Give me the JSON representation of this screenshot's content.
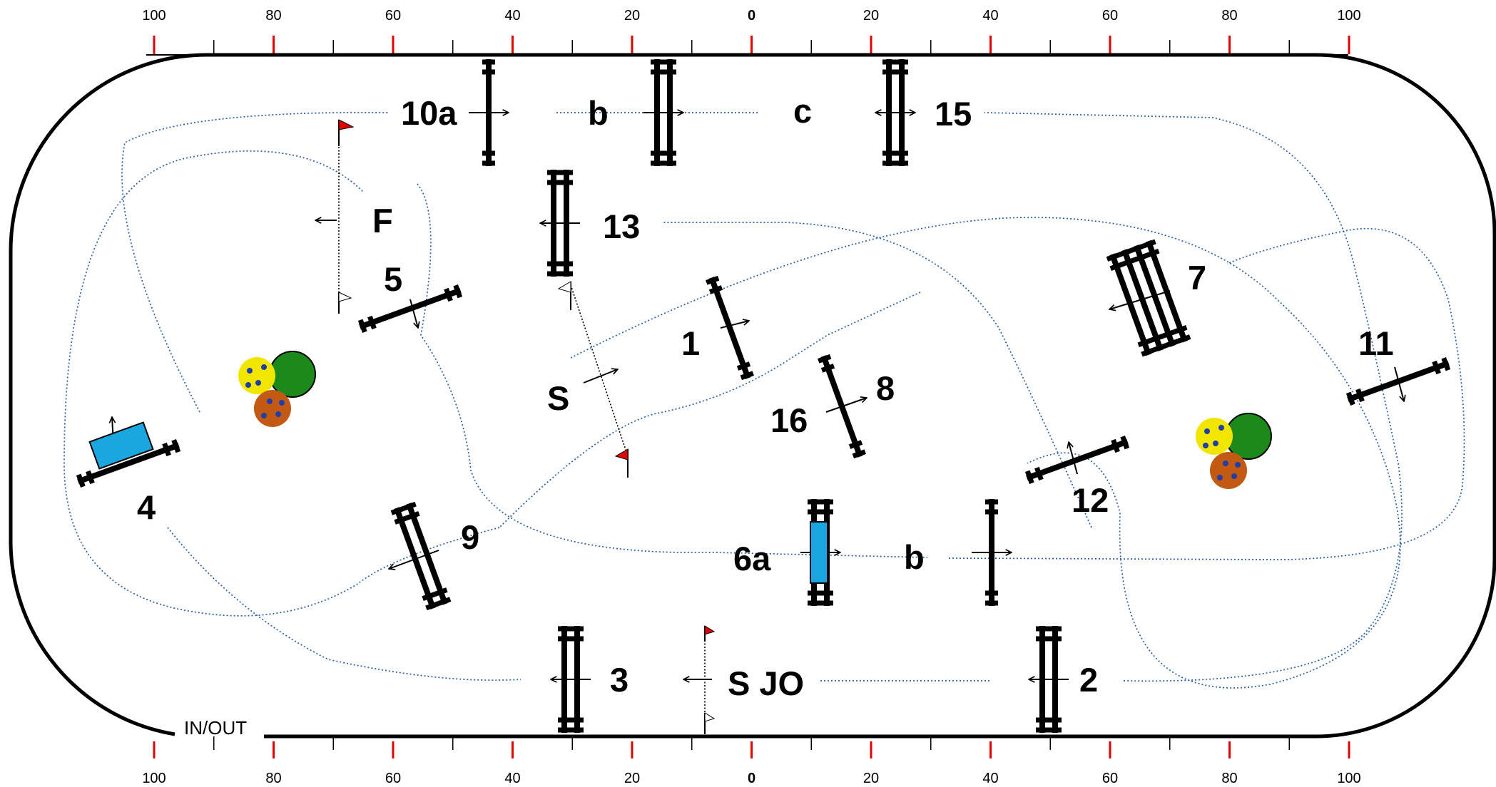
{
  "ruler": {
    "top": [
      "100",
      "80",
      "60",
      "40",
      "20",
      "0",
      "20",
      "40",
      "60",
      "80",
      "100"
    ],
    "bottom": [
      "100",
      "80",
      "60",
      "40",
      "20",
      "0",
      "20",
      "40",
      "60",
      "80",
      "100"
    ]
  },
  "entrance": {
    "label": "IN/OUT"
  },
  "labels": {
    "l_10a": "10a",
    "l_10b": "b",
    "l_10c": "c",
    "l_15": "15",
    "l_F": "F",
    "l_13": "13",
    "l_5": "5",
    "l_7": "7",
    "l_1": "1",
    "l_S": "S",
    "l_8": "8",
    "l_11": "11",
    "l_16": "16",
    "l_4": "4",
    "l_12": "12",
    "l_9": "9",
    "l_6a": "6a",
    "l_6b": "b",
    "l_3": "3",
    "l_SJO": "S JO",
    "l_2": "2"
  },
  "colors": {
    "arena_border": "#000000",
    "ruler_tick_major": "#e00000",
    "course_path": "#2a5ea8",
    "water_tray": "#1aa7e0",
    "flag_start": "#e00000",
    "flag_finish": "#ffffff",
    "shrub_green": "#1b8a1b",
    "flower_yellow": "#f2e600",
    "flower_blue": "#1f3ea8",
    "flower_orange": "#c25a14"
  },
  "icons": [
    "flower-shrub-icon",
    "flag-icon",
    "direction-arrow-icon",
    "fence-icon",
    "water-tray-icon"
  ]
}
